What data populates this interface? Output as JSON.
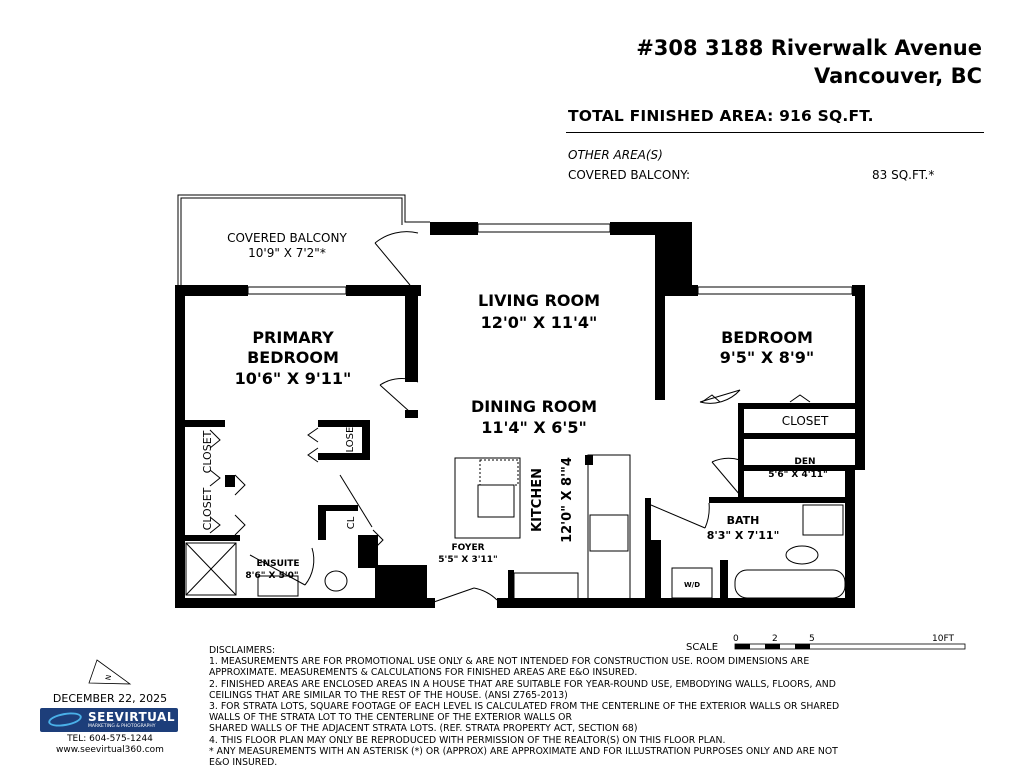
{
  "header": {
    "address_line1": "#308 3188 Riverwalk Avenue",
    "address_line2": "Vancouver, BC",
    "total_finished_area": "TOTAL FINISHED AREA:  916 SQ.FT.",
    "other_areas_label": "OTHER AREA(S)",
    "covered_balcony_label": "COVERED BALCONY:",
    "covered_balcony_value": "83  SQ.FT.*"
  },
  "rooms": {
    "covered_balcony": {
      "name": "COVERED BALCONY",
      "dims": "10'9\" X 7'2\"*"
    },
    "living_room": {
      "name": "LIVING ROOM",
      "dims": "12'0\" X 11'4\""
    },
    "primary_bedroom": {
      "name1": "PRIMARY",
      "name2": "BEDROOM",
      "dims": "10'6\" X 9'11\""
    },
    "bedroom": {
      "name": "BEDROOM",
      "dims": "9'5\" X 8'9\""
    },
    "dining_room": {
      "name": "DINING ROOM",
      "dims": "11'4\" X 6'5\""
    },
    "closet_bedroom": "CLOSET",
    "closet_primary_upper": "CLOSET",
    "closet_primary_lower": "CLOSET",
    "closet_hall": "CLOSET",
    "closet_small": "CL",
    "den": {
      "name": "DEN",
      "dims": "5'6\" X 4'11\""
    },
    "kitchen": {
      "name": "KITCHEN",
      "dims": "12'0\" X 8'\"4"
    },
    "bath": {
      "name": "BATH",
      "dims": "8'3\" X 7'11\""
    },
    "foyer": {
      "name": "FOYER",
      "dims": "5'5\" X 3'11\""
    },
    "ensuite": {
      "name": "ENSUITE",
      "dims": "8'6\" X 5'0\""
    },
    "washer_dryer": "W/D"
  },
  "scale": {
    "label": "SCALE",
    "ticks": [
      "0",
      "2",
      "5",
      "10FT"
    ]
  },
  "compass": {
    "label": "N"
  },
  "disclaimers": [
    "DISCLAIMERS:",
    "1. MEASUREMENTS ARE FOR PROMOTIONAL USE ONLY & ARE NOT INTENDED FOR CONSTRUCTION USE. ROOM DIMENSIONS ARE",
    "APPROXIMATE. MEASUREMENTS & CALCULATIONS FOR FINISHED AREAS ARE E&O INSURED.",
    "2. FINISHED AREAS ARE ENCLOSED AREAS IN A HOUSE THAT ARE SUITABLE FOR YEAR-ROUND USE, EMBODYING WALLS, FLOORS, AND",
    "CEILINGS THAT ARE SIMILAR TO THE REST OF THE HOUSE. (ANSI Z765-2013)",
    "3. FOR STRATA LOTS, SQUARE FOOTAGE OF EACH LEVEL IS CALCULATED FROM THE CENTERLINE OF THE EXTERIOR WALLS OR SHARED",
    "WALLS OF THE STRATA LOT TO THE CENTERLINE OF THE EXTERIOR WALLS OR",
    "SHARED WALLS OF THE ADJACENT STRATA LOTS. (REF. STRATA PROPERTY ACT, SECTION 68)",
    "4. THIS FLOOR PLAN MAY ONLY BE REPRODUCED WITH PERMISSION OF THE REALTOR(S) ON THIS FLOOR PLAN.",
    "* ANY MEASUREMENTS WITH AN ASTERISK (*) OR (APPROX) ARE APPROXIMATE AND FOR ILLUSTRATION PURPOSES ONLY AND ARE NOT",
    "E&O INSURED."
  ],
  "footer": {
    "date": "DECEMBER 22, 2025",
    "logo_text": "SEEVIRTUAL",
    "logo_subtext": "MARKETING & PHOTOGRAPHY",
    "tel": "TEL: 604-575-1244",
    "website": "www.seevirtual360.com",
    "logo_color": "#1d3e7a"
  }
}
